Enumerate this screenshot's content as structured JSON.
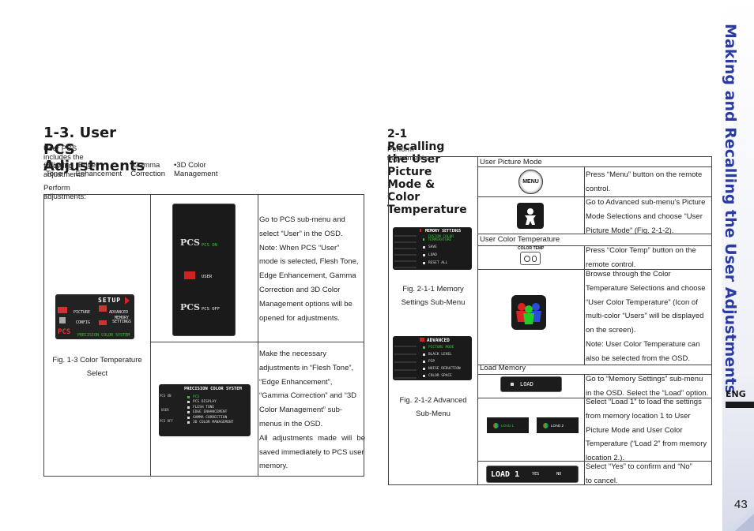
{
  "left": {
    "title": "1-3. User PCS Adjustments",
    "intro": "User PCS includes the following adjustments:",
    "bullets": [
      "•Flesh Tone",
      "•Edge Enhancement",
      "•Gamma Correction",
      "•3D Color Management"
    ],
    "perform": "Perform adjustments:",
    "fig_caption_1": "Fig. 1-3 Color Temperature",
    "fig_caption_2": "Select",
    "step1_lines": [
      "Go to PCS sub-menu and",
      "select “User” in the OSD.",
      "Note: When PCS “User”",
      "mode is selected, Flesh Tone,",
      "Edge Enhancement, Gamma",
      "Correction and 3D Color",
      "Management options will be",
      "opened for adjustments."
    ],
    "step2_lines": [
      "Make the necessary",
      "adjustments in “Flesh Tone”,",
      "“Edge Enhancement”,",
      "“Gamma Correction” and “3D",
      "Color Management” sub-",
      "menus in the OSD.",
      "All adjustments made will be",
      "saved immediately to PCS user",
      "memory."
    ],
    "setup_menu": {
      "title": "SETUP",
      "items": [
        "PICTURE",
        "ADVANCED",
        "CONFIG",
        "MEMORY SETTINGS",
        "PRECISION COLOR SYSTEM"
      ]
    },
    "pcs_menu": {
      "on": "PCS ON",
      "user": "USER",
      "off": "PCS OFF"
    },
    "pcs_sub": {
      "title": "PRECISION COLOR SYSTEM",
      "items": [
        "PCS",
        "PCS DISPLAY",
        "FLESH TONE",
        "EDGE ENHANCEMENT",
        "GAMMA CORRECTION",
        "3D COLOR MANAGEMENT"
      ],
      "side": [
        "PCS ON",
        "USER",
        "PCS OFF"
      ]
    }
  },
  "right": {
    "title": "2-1 Recalling the User Picture Mode & Color Temperature",
    "perform": "Perform adjustments:",
    "fig1_caption": [
      "Fig. 2-1-1 Memory",
      "Settings Sub-Menu"
    ],
    "fig2_caption": [
      "Fig. 2-1-2 Advanced",
      "Sub-Menu"
    ],
    "memory_menu": {
      "title": "MEMORY SETTINGS",
      "items": [
        "CUSTOM COLOR TEMPERATURE",
        "SAVE",
        "LOAD",
        "RESET ALL"
      ]
    },
    "advanced_menu": {
      "title": "ADVANCED",
      "items": [
        "PICTURE MODE",
        "BLACK LEVEL",
        "PIP",
        "NOISE REDUCTION",
        "COLOR SPACE"
      ]
    },
    "sections": {
      "picture_mode": "User Picture Mode",
      "color_temp": "User Color Temperature",
      "load_memory": "Load Memory"
    },
    "icons": {
      "menu": "MENU",
      "color_temp": "COLOR TEMP",
      "load": "LOAD",
      "load1": "LOAD 1",
      "load2": "LOAD 2",
      "yes": "YES",
      "no": "NO",
      "load1_big": "LOAD 1"
    },
    "desc_menu": [
      "Press “Menu” button on the remote",
      "control."
    ],
    "desc_advanced": [
      "Go to Advanced sub-menu’s Picture",
      "Mode Selections and choose “User",
      "Picture Mode” (Fig. 2-1-2)."
    ],
    "desc_ct": [
      "Press “Color Temp” button on the",
      "remote control."
    ],
    "desc_browse": [
      "Browse through the Color",
      "Temperature Selections and choose",
      "“User Color Temperature” (Icon of",
      "multi-color “Users” will be displayed",
      "on the screen).",
      "Note: User Color Temperature can",
      "also be selected from the OSD."
    ],
    "desc_memory": [
      "Go to “Memory Settings” sub-menu",
      "in the OSD. Select the “Load” option."
    ],
    "desc_load": [
      "Select “Load 1” to load the settings",
      "from memory location 1 to User",
      "Picture Mode and User Color",
      "Temperature (“Load 2” from memory",
      "location 2.)."
    ],
    "desc_yes": [
      "Select “Yes” to confirm and “No”",
      "to cancel."
    ]
  },
  "side": {
    "title": "Making and Recalling the User Adjustments",
    "lang": "ENG",
    "page": "43"
  },
  "colors": {
    "accent": "#2b3a9e",
    "osd_bg": "#1c1c1c",
    "pcs_red": "#d9202a"
  }
}
